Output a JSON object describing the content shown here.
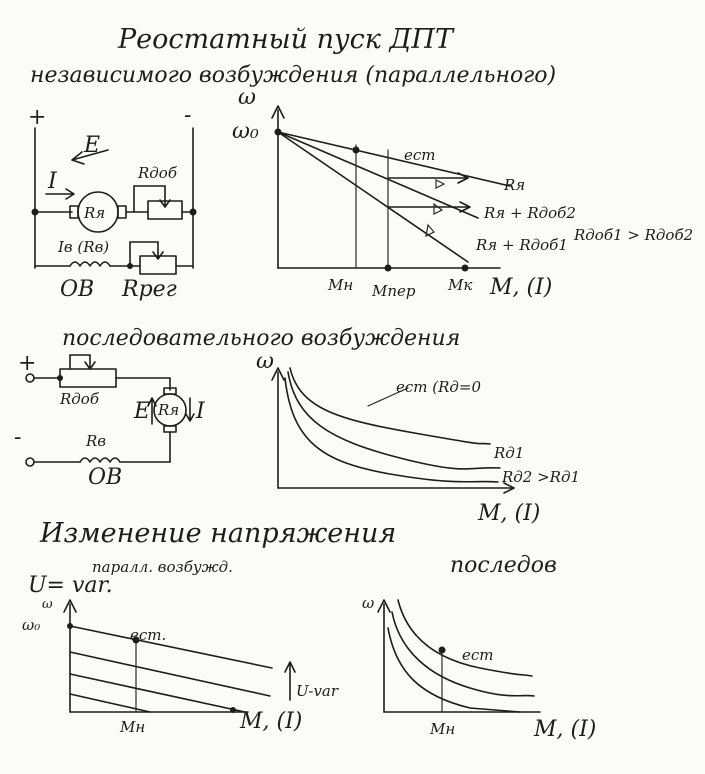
{
  "title": {
    "line1": "Реостатный пуск ДПТ",
    "line2": "независимого возбуждения (параллельного)"
  },
  "section1": {
    "circuit": {
      "plus": "+",
      "minus": "-",
      "emf": "E",
      "current": "I",
      "armature": "Rя",
      "r_add": "Rдоб",
      "field_current": "Iв (Rв)",
      "field_winding": "ОВ",
      "r_reg": "Rрег"
    },
    "chart": {
      "y_label": "ω",
      "y0_label": "ω₀",
      "x_label": "M, (I)",
      "x_ticks": [
        "Mн",
        "Mпер",
        "Mк"
      ],
      "natural_label": "ест",
      "curves": [
        "Rя",
        "Rя + Rдоб2",
        "Rя + Rдоб1"
      ],
      "relation": "Rдоб1 > Rдоб2"
    }
  },
  "section2": {
    "title": "последовательного возбуждения",
    "circuit": {
      "plus": "+",
      "minus": "-",
      "r_add": "Rдоб",
      "emf": "E",
      "armature": "Rя",
      "current": "I",
      "r_field": "Rв",
      "field_winding": "ОВ"
    },
    "chart": {
      "y_label": "ω",
      "x_label": "M, (I)",
      "curves": [
        "ест (Rд=0",
        "Rд1",
        "Rд2 >Rд1"
      ]
    }
  },
  "section3": {
    "title": "Изменение напряжения",
    "left": {
      "subtitle": "паралл. возбужд.",
      "top_note": "U= var.",
      "y_label": "ω",
      "y0_label": "ω₀",
      "natural_label": "ест.",
      "arrow_label": "U-var",
      "x_tick": "Mн",
      "x_label": "M, (I)"
    },
    "right": {
      "subtitle": "последов",
      "y_label": "ω",
      "natural_label": "ест",
      "x_tick": "Mн",
      "x_label": "M, (I)"
    }
  },
  "chart_data": [
    {
      "type": "line",
      "title": "",
      "xlabel": "M, (I)",
      "ylabel": "ω",
      "x_ticks": [
        "Mн",
        "Mпер",
        "Mк"
      ],
      "series": [
        {
          "name": "Rя",
          "points": [
            [
              0,
              1.0
            ],
            [
              1.0,
              0.65
            ]
          ]
        },
        {
          "name": "Rя + Rдоб2",
          "points": [
            [
              0,
              1.0
            ],
            [
              1.0,
              0.48
            ]
          ]
        },
        {
          "name": "Rя + Rдоб1",
          "points": [
            [
              0,
              1.0
            ],
            [
              1.0,
              0.1
            ]
          ]
        }
      ]
    },
    {
      "type": "line",
      "title": "",
      "xlabel": "M, (I)",
      "ylabel": "ω",
      "series": [
        {
          "name": "ест (Rд=0",
          "points": [
            [
              0.05,
              0.98
            ],
            [
              0.2,
              0.6
            ],
            [
              0.5,
              0.4
            ],
            [
              1.0,
              0.3
            ]
          ]
        },
        {
          "name": "Rд1",
          "points": [
            [
              0.05,
              0.92
            ],
            [
              0.2,
              0.45
            ],
            [
              0.5,
              0.27
            ],
            [
              1.0,
              0.17
            ]
          ]
        },
        {
          "name": "Rд2 >Rд1",
          "points": [
            [
              0.05,
              0.85
            ],
            [
              0.2,
              0.32
            ],
            [
              0.5,
              0.15
            ],
            [
              1.0,
              0.05
            ]
          ]
        }
      ]
    },
    {
      "type": "line",
      "title": "",
      "xlabel": "M, (I)",
      "ylabel": "ω",
      "series": [
        {
          "name": "ест.",
          "points": [
            [
              0,
              1.0
            ],
            [
              1.0,
              0.6
            ]
          ]
        }
      ]
    },
    {
      "type": "line",
      "title": "",
      "xlabel": "M, (I)",
      "ylabel": "ω",
      "series": [
        {
          "name": "ест",
          "points": [
            [
              0.05,
              0.95
            ],
            [
              0.3,
              0.55
            ],
            [
              1.0,
              0.25
            ]
          ]
        }
      ]
    }
  ]
}
